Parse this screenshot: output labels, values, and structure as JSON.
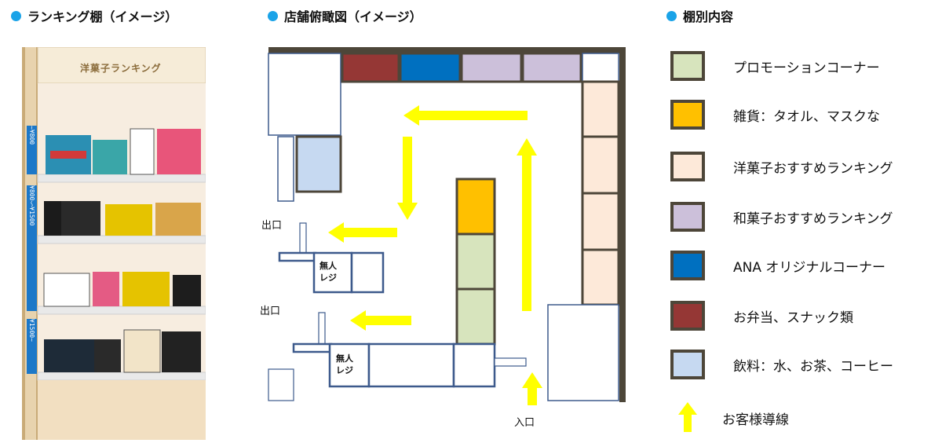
{
  "titles": {
    "ranking_shelf": "ランキング棚（イメージ）",
    "floor_plan": "店舗俯瞰図（イメージ）",
    "shelf_contents": "棚別内容"
  },
  "ranking_shelf": {
    "header_label": "洋菓子ランキング",
    "price_tags": [
      "~¥800",
      "¥800～¥1500",
      "¥1500~"
    ]
  },
  "floor_plan": {
    "exit_1": "出口",
    "exit_2": "出口",
    "register_1": "無人\nレジ",
    "register_2": "無人\nレジ",
    "entrance": "入口"
  },
  "legend": {
    "items": [
      {
        "label": "プロモーションコーナー",
        "color": "#d7e4bd"
      },
      {
        "label": "雑貨：タオル、マスクな",
        "color": "#ffc000"
      },
      {
        "label": "洋菓子おすすめランキング",
        "color": "#fde9d9"
      },
      {
        "label": "和菓子おすすめランキング",
        "color": "#ccc0da"
      },
      {
        "label": "ANA オリジナルコーナー",
        "color": "#0070c0"
      },
      {
        "label": "お弁当、スナック類",
        "color": "#953735"
      },
      {
        "label": "飲料：水、お茶、コーヒー",
        "color": "#c6d9f1"
      }
    ],
    "flow_label": "お客様導線",
    "flow_color": "#ffff00"
  },
  "colors": {
    "wall": "#4d4639",
    "shelf_outline": "#3d5a8c",
    "arrow": "#ffff00",
    "dot": "#1aa3e8"
  }
}
